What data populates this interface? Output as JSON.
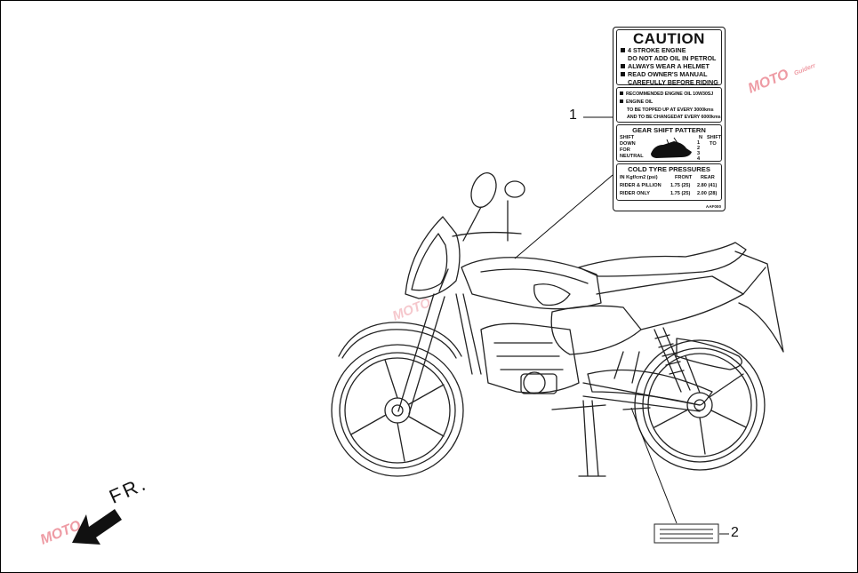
{
  "diagram": {
    "callouts": [
      "1",
      "2"
    ],
    "direction_label": "FR."
  },
  "caution_label": {
    "title": "CAUTION",
    "warnings": [
      "4 STROKE ENGINE",
      "DO NOT ADD OIL IN PETROL",
      "ALWAYS WEAR A HELMET",
      "READ OWNER'S MANUAL",
      "CAREFULLY BEFORE RIDING"
    ],
    "oil": {
      "line1": "RECOMMENDED ENGINE OIL 10W30SJ",
      "line2": "ENGINE OIL",
      "line3": "TO BE TOPPED UP AT EVERY 3000kms",
      "line4": "AND TO BE CHANGEDAT EVERY 6000kms"
    },
    "gear": {
      "title": "GEAR SHIFT PATTERN",
      "left": [
        "SHIFT",
        "DOWN",
        "FOR",
        "NEUTRAL"
      ],
      "positions": [
        "N",
        "1",
        "2",
        "3",
        "4"
      ],
      "right": [
        "SHIFT",
        "TO"
      ]
    },
    "tyre": {
      "title": "COLD TYRE PRESSURES",
      "unit": "IN Kgf/cm2 (psi)",
      "col_front": "FRONT",
      "col_rear": "REAR",
      "rows": [
        {
          "label": "RIDER & PILLION",
          "front": "1.75 (25)",
          "rear": "2.80 (41)"
        },
        {
          "label": "RIDER ONLY",
          "front": "1.75 (25)",
          "rear": "2.00 (28)"
        }
      ]
    },
    "code": "AAF000"
  },
  "watermark": {
    "text": "MOTO",
    "subtext": "Guiderr"
  }
}
